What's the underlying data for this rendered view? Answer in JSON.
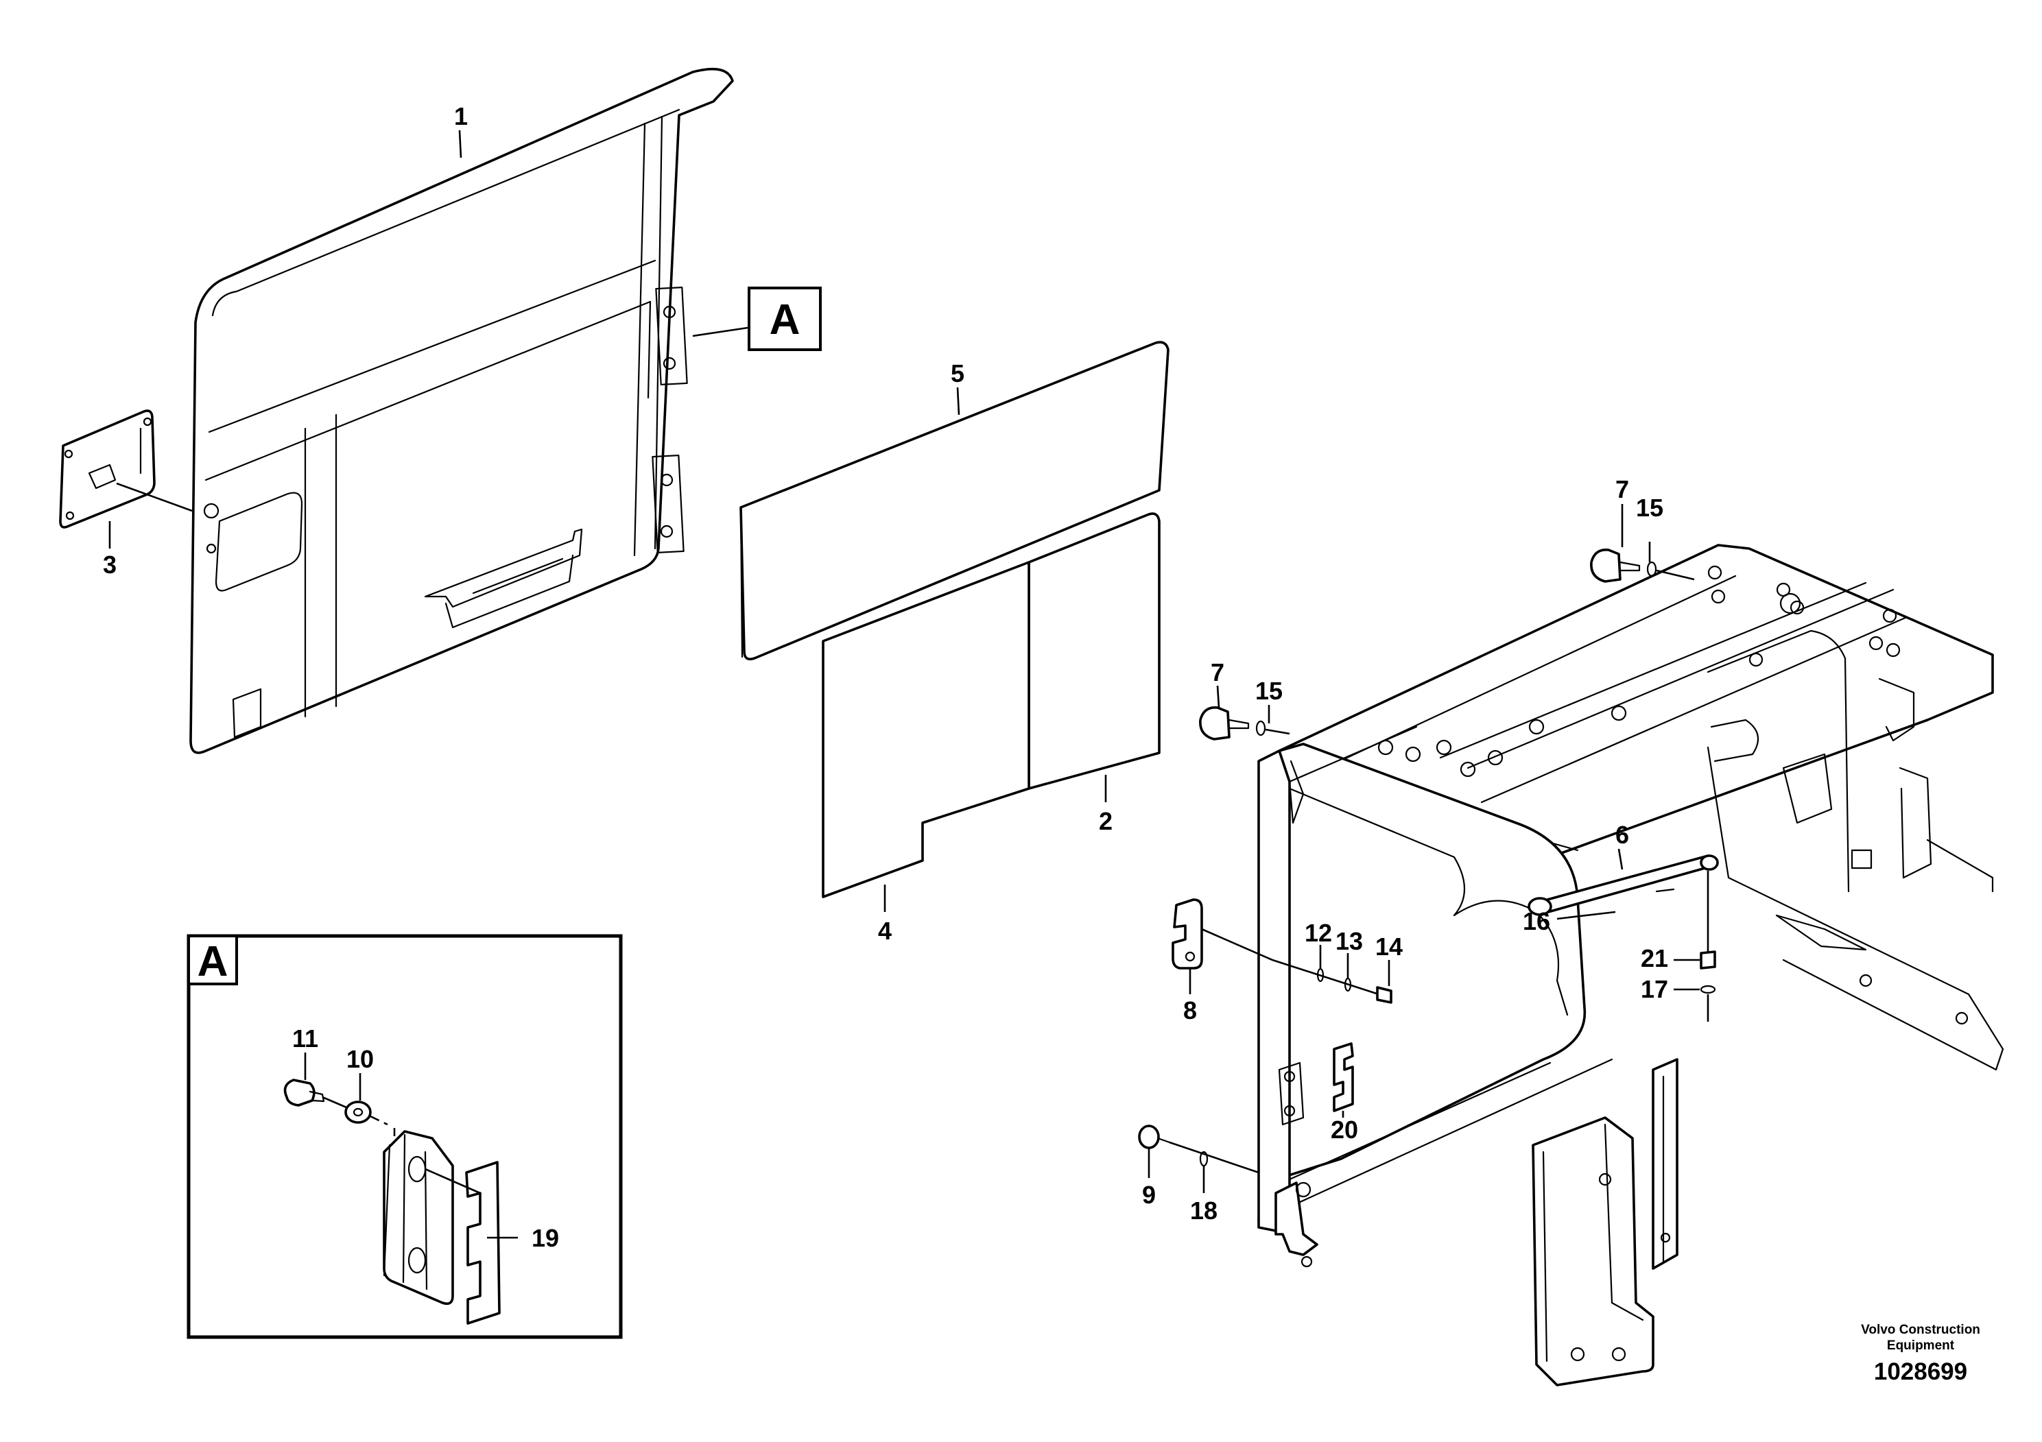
{
  "callouts": {
    "c1": "1",
    "c2": "2",
    "c3": "3",
    "c4": "4",
    "c5": "5",
    "c6": "6",
    "c7a": "7",
    "c7b": "7",
    "c8": "8",
    "c9": "9",
    "c10": "10",
    "c11": "11",
    "c12": "12",
    "c13": "13",
    "c14": "14",
    "c15a": "15",
    "c15b": "15",
    "c16": "16",
    "c17": "17",
    "c18": "18",
    "c19": "19",
    "c20": "20",
    "c21": "21"
  },
  "detail": {
    "marker_label": "A",
    "inset_label": "A"
  },
  "footer": {
    "brand_line1": "Volvo Construction",
    "brand_line2": "Equipment",
    "doc_number": "1028699"
  }
}
